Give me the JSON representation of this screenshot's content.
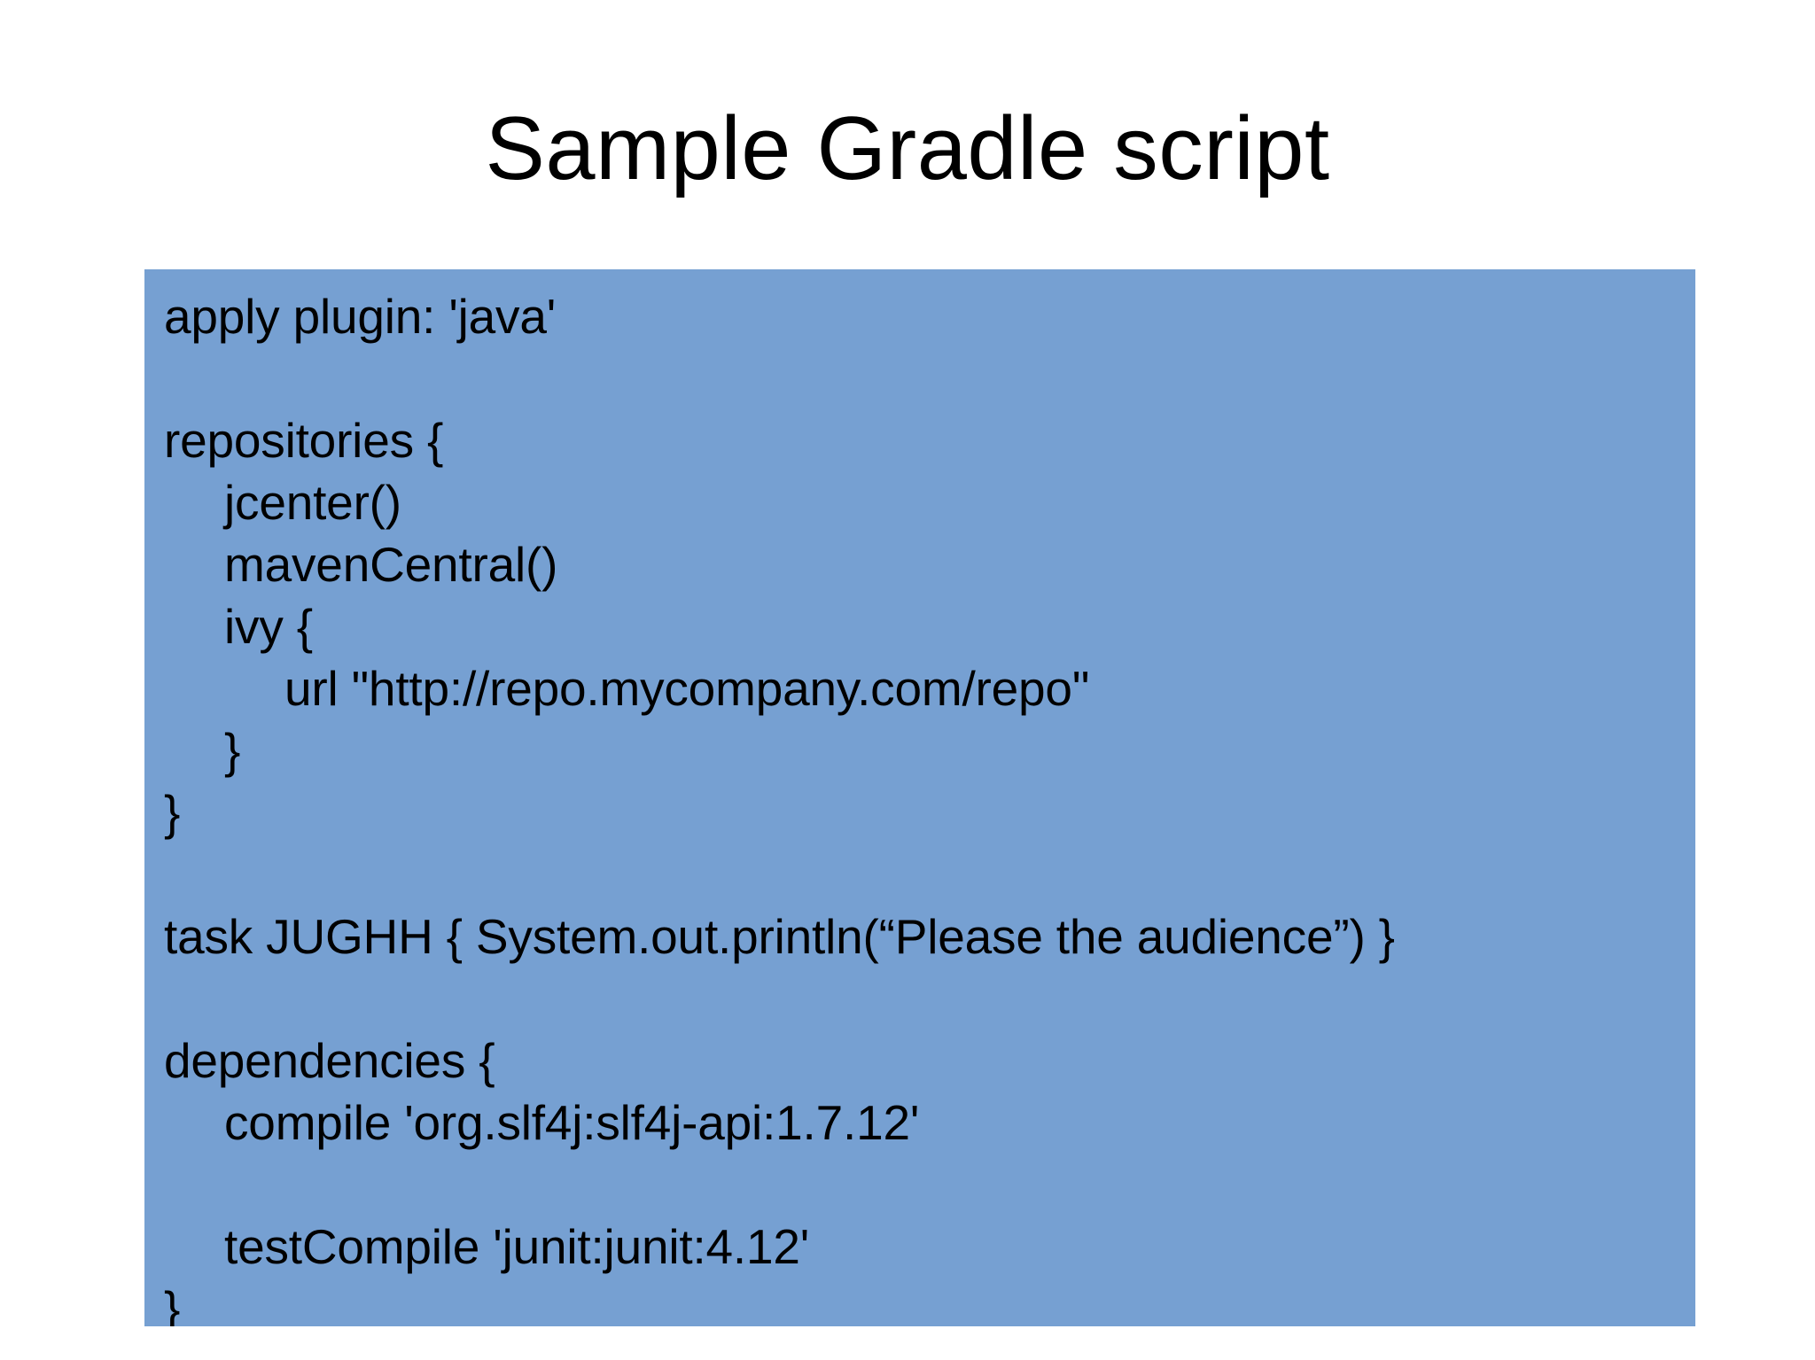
{
  "slide": {
    "title": "Sample Gradle script",
    "panel_color": "#76A0D2",
    "background_color": "#FFFFFF",
    "text_color": "#000000"
  },
  "code": {
    "language": "gradle",
    "lines": [
      {
        "text": "apply plugin: 'java'",
        "indent": 0
      },
      {
        "text": "",
        "indent": 0
      },
      {
        "text": "repositories {",
        "indent": 0
      },
      {
        "text": "jcenter()",
        "indent": 1
      },
      {
        "text": "mavenCentral()",
        "indent": 1
      },
      {
        "text": "ivy {",
        "indent": 1
      },
      {
        "text": "url \"http://repo.mycompany.com/repo\"",
        "indent": 2
      },
      {
        "text": "}",
        "indent": 1
      },
      {
        "text": "}",
        "indent": 0
      },
      {
        "text": "",
        "indent": 0
      },
      {
        "text": "task JUGHH { System.out.println(“Please the audience”) }",
        "indent": 0
      },
      {
        "text": "",
        "indent": 0
      },
      {
        "text": "dependencies {",
        "indent": 0
      },
      {
        "text": "compile 'org.slf4j:slf4j-api:1.7.12'",
        "indent": 1
      },
      {
        "text": "",
        "indent": 0
      },
      {
        "text": "testCompile 'junit:junit:4.12'",
        "indent": 1
      },
      {
        "text": "}",
        "indent": 0
      }
    ]
  }
}
